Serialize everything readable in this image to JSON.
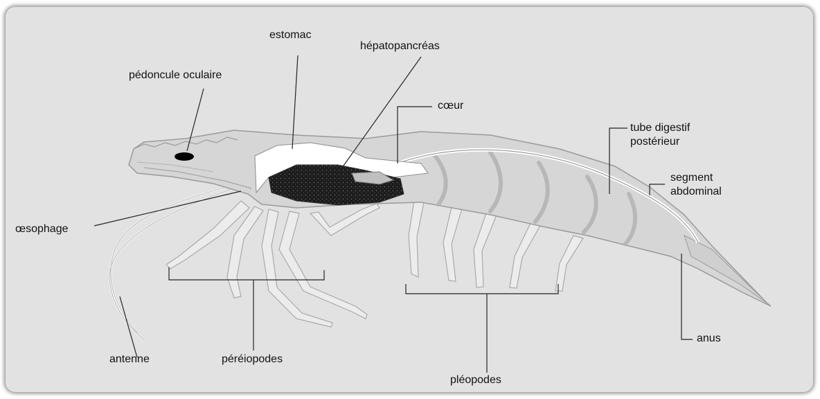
{
  "diagram": {
    "labels": {
      "estomac": "estomac",
      "hepatopancreas": "hépatopancréas",
      "pedoncule": "pédoncule oculaire",
      "coeur": "cœur",
      "tube_line1": "tube digestif",
      "tube_line2": "postérieur",
      "segment_line1": "segment",
      "segment_line2": "abdominal",
      "oesophage": "œsophage",
      "antenne": "antenne",
      "pereiopodes": "péréiopodes",
      "pleopodes": "pléopodes",
      "anus": "anus"
    },
    "colors": {
      "background": "#e2e2e2",
      "body_fill": "#d8d8d8",
      "outline": "#9a9a9a",
      "stomach": "#ffffff",
      "hepatopancreas": "#1c1c1c",
      "leader_line": "#222222"
    }
  }
}
